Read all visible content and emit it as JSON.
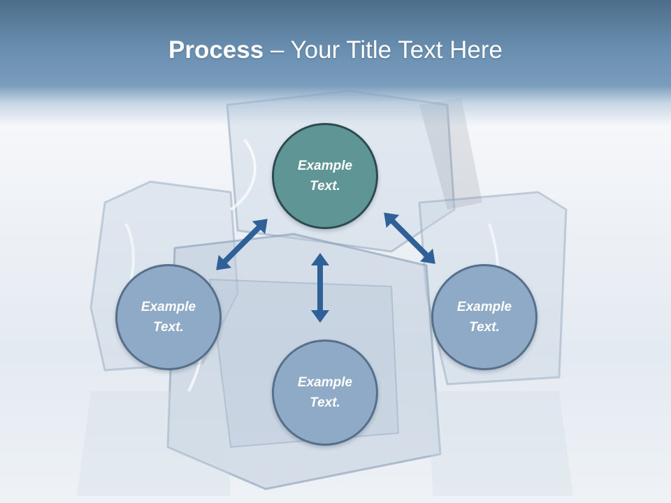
{
  "slide": {
    "title_bold": "Process",
    "title_rest": " – Your Title Text Here"
  },
  "nodes": {
    "top": "Example Text.",
    "left": "Example Text.",
    "right": "Example Text.",
    "bottom": "Example Text."
  },
  "colors": {
    "header": "#6a8fb0",
    "node_top": "#5f9595",
    "node_other": "#8eaac6",
    "arrow": "#2f6198"
  }
}
